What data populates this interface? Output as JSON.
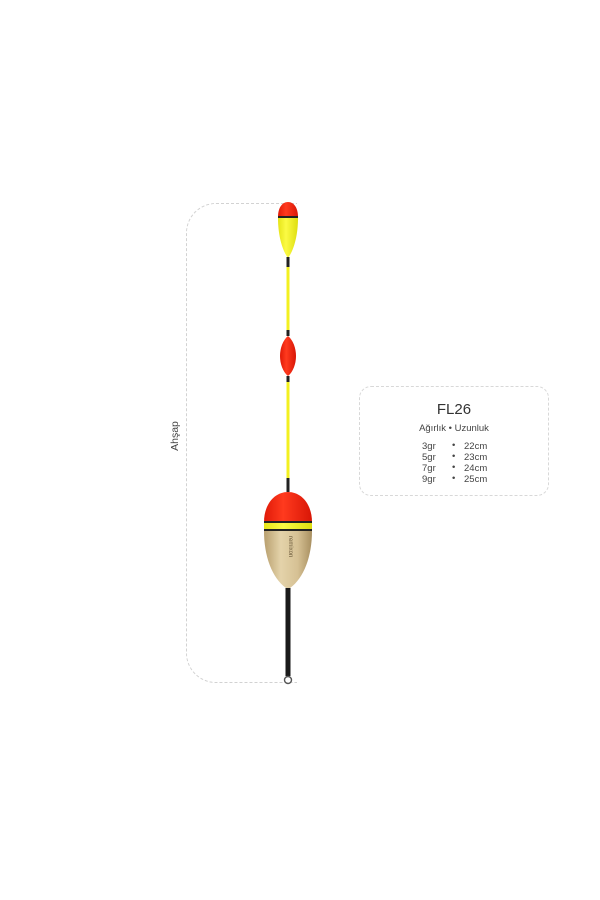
{
  "material": "Ahşap",
  "brand": "remixon",
  "product": {
    "model": "FL26",
    "spec_header": "Ağırlık • Uzunluk",
    "separator": "•",
    "specs": [
      {
        "weight": "3gr",
        "length": "22cm"
      },
      {
        "weight": "5gr",
        "length": "23cm"
      },
      {
        "weight": "7gr",
        "length": "24cm"
      },
      {
        "weight": "9gr",
        "length": "25cm"
      }
    ]
  },
  "colors": {
    "red": "#ff2d12",
    "yellow": "#f6f424",
    "wood": "#d8c49a",
    "stem": "#1a1a1a"
  }
}
